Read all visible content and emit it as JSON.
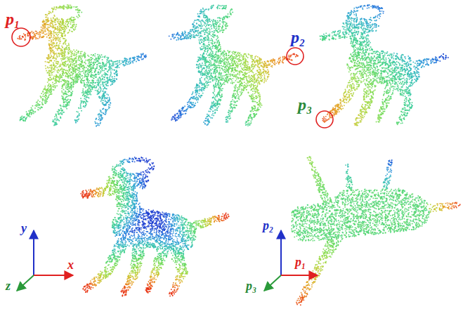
{
  "diagram": {
    "labels": [
      "p₁",
      "p₂",
      "p₃",
      "y",
      "x",
      "z",
      "p₂",
      "p₁",
      "p₃"
    ]
  }
}
